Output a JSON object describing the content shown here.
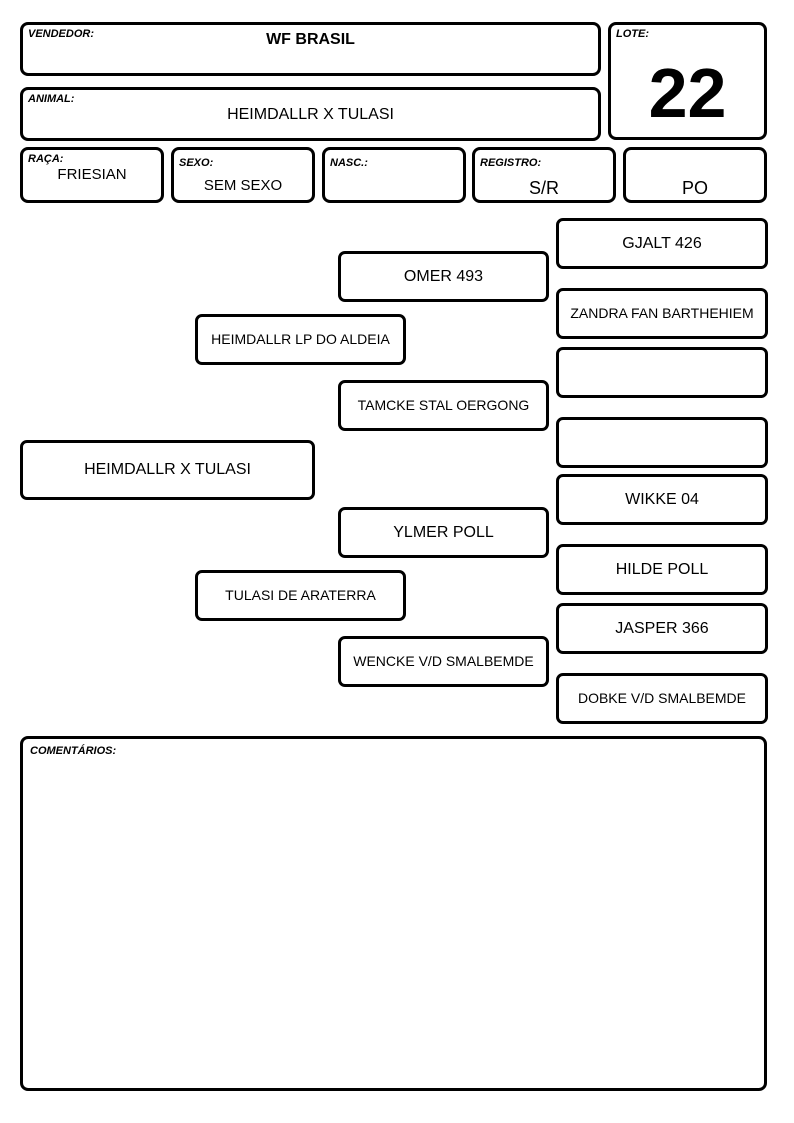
{
  "header": {
    "vendedor_label": "VENDEDOR:",
    "vendedor": "WF BRASIL",
    "lote_label": "LOTE:",
    "lote": "22",
    "animal_label": "ANIMAL:",
    "animal": "HEIMDALLR X TULASI"
  },
  "info": {
    "raca_label": "RAÇA:",
    "raca": "FRIESIAN",
    "sexo_label": "SEXO:",
    "sexo": "SEM SEXO",
    "nasc_label": "NASC.:",
    "nasc": "",
    "registro_label": "REGISTRO:",
    "registro": "S/R",
    "extra": "PO"
  },
  "pedigree": {
    "animal": "HEIMDALLR X TULASI",
    "sire": "HEIMDALLR LP DO ALDEIA",
    "dam": "TULASI DE ARATERRA",
    "sire_sire": "OMER 493",
    "sire_dam": "TAMCKE STAL OERGONG",
    "dam_sire": "YLMER POLL",
    "dam_dam": "WENCKE V/D SMALBEMDE",
    "ggp": [
      "GJALT 426",
      "ZANDRA FAN BARTHEHIEM",
      "",
      "",
      "WIKKE 04",
      "HILDE POLL",
      "JASPER 366",
      "DOBKE V/D SMALBEMDE"
    ]
  },
  "comments": {
    "label": "COMENTÁRIOS:",
    "text": ""
  }
}
